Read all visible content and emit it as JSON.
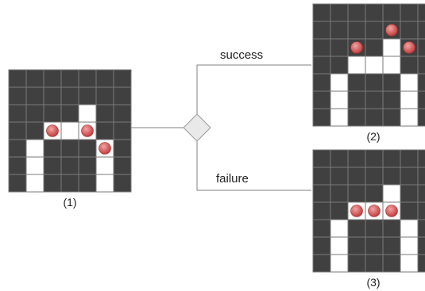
{
  "colors": {
    "dark_cell": "#404040",
    "light_cell": "#ffffff",
    "grid_line": "#7a7a7a",
    "connector": "#808080",
    "ball_fill": "#c23b3b",
    "ball_highlight": "#f2a5a5",
    "diamond_fill": "#e9e9e9",
    "diamond_stroke": "#9a9a9a"
  },
  "branches": {
    "success_label": "success",
    "failure_label": "failure"
  },
  "grids": [
    {
      "label": "(1)",
      "cells": [
        "0000000",
        "0000000",
        "0000100",
        "0011100",
        "0100010",
        "0100010",
        "0100010"
      ],
      "balls": [
        [
          3,
          2
        ],
        [
          3,
          4
        ],
        [
          4,
          5
        ]
      ]
    },
    {
      "label": "(2)",
      "cells": [
        "0000000",
        "0000000",
        "0000100",
        "0011100",
        "0100010",
        "0100010",
        "0100010"
      ],
      "balls": [
        [
          1,
          4
        ],
        [
          2,
          2
        ],
        [
          2,
          5
        ]
      ]
    },
    {
      "label": "(3)",
      "cells": [
        "0000000",
        "0000000",
        "0000100",
        "0011100",
        "0100010",
        "0100010",
        "0100010"
      ],
      "balls": [
        [
          3,
          2
        ],
        [
          3,
          3
        ],
        [
          3,
          4
        ]
      ]
    }
  ]
}
